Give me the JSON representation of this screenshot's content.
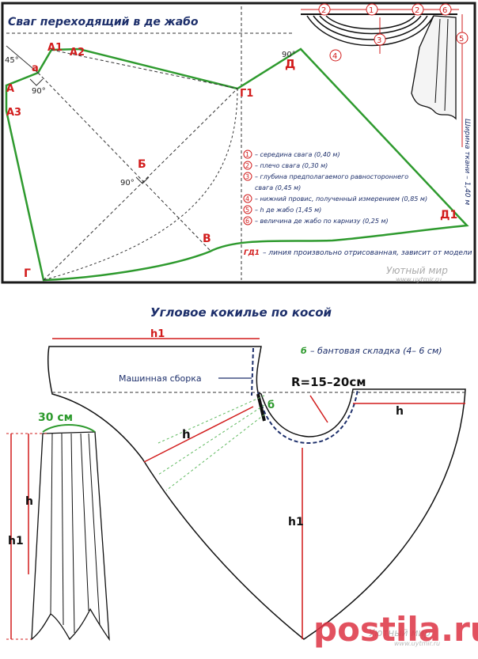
{
  "colors": {
    "border": "#1a1a1a",
    "green": "#2e9a2e",
    "red": "#d21c1c",
    "navy": "#1d2f6b",
    "gray": "#888888",
    "lightgreen": "#5fb95f"
  },
  "top": {
    "title": "Сваг переходящий в де жабо",
    "pt_A1": "А1",
    "pt_A2": "А2",
    "pt_a": "а",
    "pt_A": "А",
    "pt_A3": "А3",
    "pt_G": "Г",
    "pt_G1": "Г1",
    "pt_B": "Б",
    "pt_V": "В",
    "pt_D": "Д",
    "pt_D1": "Д1",
    "angle_45": "45°",
    "angle_90_a": "90°",
    "angle_90_b": "90°",
    "angle_90_d": "90°",
    "legend": [
      {
        "n": "1",
        "text": "– середина свага (0,40 м)"
      },
      {
        "n": "2",
        "text": "– плечо свага (0,30 м)"
      },
      {
        "n": "3",
        "text": "– глубина предполагаемого равностороннего"
      },
      {
        "n": "",
        "text": "свага (0,45 м)"
      },
      {
        "n": "4",
        "text": "– нижний провис, полученный измерением (0,85 м)"
      },
      {
        "n": "5",
        "text": "– h де жабо (1,45 м)"
      },
      {
        "n": "6",
        "text": "– величина де жабо по карнизу (0,25 м)"
      }
    ],
    "gd_label": "ГД1",
    "gd_text": "– линия произвольно отрисованная, зависит от модели",
    "side_text": "Ширина ткани – 1,40 м",
    "inset_nums": {
      "n1": "1",
      "n2a": "2",
      "n2b": "2",
      "n3": "3",
      "n4": "4",
      "n5": "5",
      "n6": "6"
    },
    "watermark": "Уютный мир",
    "watermark_url": "www.uytmir.ru"
  },
  "bottom": {
    "title": "Угловое кокилье по косой",
    "h1_top": "h1",
    "b_label": "б",
    "b_note": "– бантовая складка (4– 6 см)",
    "machine": "Машинная сборка",
    "radius": "R=15–20см",
    "h_right": "h",
    "h_diag": "h",
    "h1_vert": "h1",
    "cm30": "30 см",
    "h_left": "h",
    "h1_left": "h1",
    "watermark": "Уютный мир",
    "watermark_url": "www.uytmir.ru",
    "postila": "postila.ru"
  }
}
